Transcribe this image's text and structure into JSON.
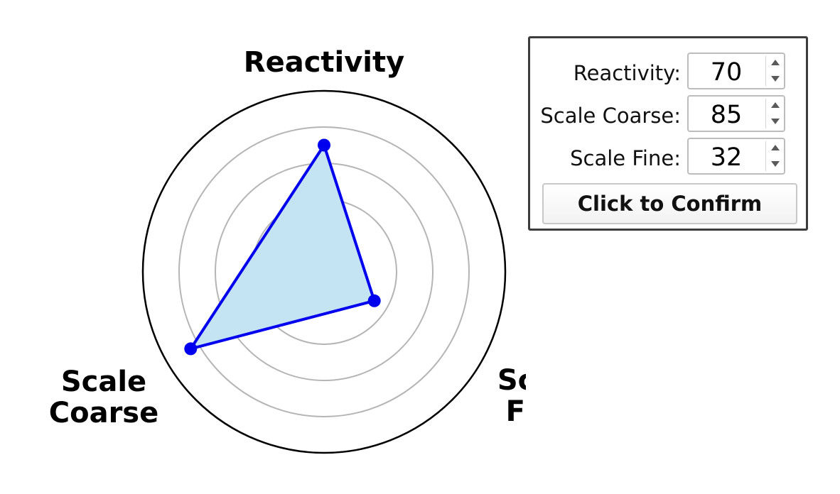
{
  "chart_data": {
    "type": "radar",
    "axes": [
      "Reactivity",
      "Scale Fine",
      "Scale Coarse"
    ],
    "axis_label_lines": [
      [
        "Reactivity"
      ],
      [
        "Scale",
        "Fine"
      ],
      [
        "Scale",
        "Coarse"
      ]
    ],
    "values": [
      70,
      32,
      85
    ],
    "rlim": [
      0,
      100
    ],
    "grid_rings": [
      20,
      40,
      60,
      80
    ],
    "colors": {
      "line": "#0000ee",
      "fill": "#c5e4f3",
      "marker": "#0000ee",
      "grid": "#b5b5b5",
      "frame": "#000000"
    }
  },
  "controls": {
    "reactivity": {
      "label": "Reactivity:",
      "value": "70"
    },
    "scale_coarse": {
      "label": "Scale Coarse:",
      "value": "85"
    },
    "scale_fine": {
      "label": "Scale Fine:",
      "value": "32"
    },
    "confirm_label": "Click to Confirm"
  }
}
